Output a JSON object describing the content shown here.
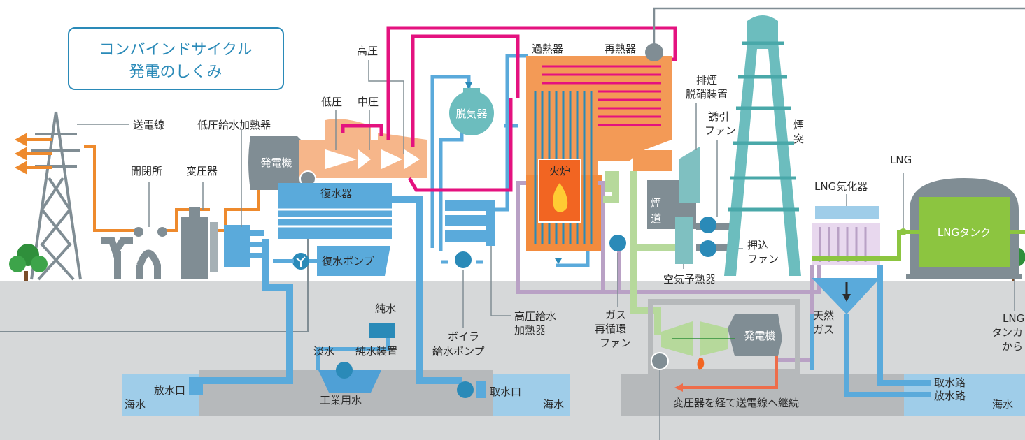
{
  "title": {
    "line1": "コンバインドサイクル",
    "line2": "発電のしくみ"
  },
  "labels": {
    "transmission_line": "送電線",
    "lp_feedwater_heater": "低圧給水加熱器",
    "switchyard": "開閉所",
    "transformer": "変圧器",
    "generator": "発電機",
    "low_pressure": "低圧",
    "mid_pressure": "中圧",
    "high_pressure": "高圧",
    "deaerator": "脱気器",
    "superheater": "過熱器",
    "reheater": "再熱器",
    "condenser": "復水器",
    "condensate_pump": "復水ポンプ",
    "pure_water": "純水",
    "fresh_water": "淡水",
    "pure_water_plant": "純水装置",
    "industrial_water": "工業用水",
    "outlet": "放水口",
    "seawater_left": "海水",
    "intake": "取水口",
    "seawater_mid": "海水",
    "boiler_pump_1": "ボイラ",
    "boiler_pump_2": "給水ポンプ",
    "hp_heater_1": "高圧給水",
    "hp_heater_2": "加熱器",
    "gas_fan_1": "ガス",
    "gas_fan_2": "再循環",
    "gas_fan_3": "ファン",
    "furnace": "火炉",
    "denox_1": "排煙",
    "denox_2": "脱硝装置",
    "id_fan_1": "誘引",
    "id_fan_2": "ファン",
    "flue_1": "煙",
    "flue_2": "道",
    "chimney_1": "煙",
    "chimney_2": "突",
    "fd_fan_1": "押込",
    "fd_fan_2": "ファン",
    "air_preheater": "空気予熱器",
    "lng": "LNG",
    "lng_vaporizer": "LNG気化器",
    "lng_tank": "LNGタンク",
    "natural_gas_1": "天然",
    "natural_gas_2": "ガス",
    "generator2": "発電機",
    "to_transmission": "変圧器を経て送電線へ継続",
    "intake_channel": "取水路",
    "outlet_channel": "放水路",
    "seawater_right": "海水",
    "lng_tanker_1": "LNG",
    "lng_tanker_2": "タンカ",
    "lng_tanker_3": "から"
  },
  "colors": {
    "water": "#5aaadb",
    "steam": "#e4127f",
    "electric": "#ee8a2d",
    "exhaust": "#b9a1c5",
    "air": "#b6d99b",
    "gas_fuel": "#8cc540",
    "structure": "#808d94",
    "chimney": "#6cbdbe",
    "ground": "#d8d9da"
  }
}
